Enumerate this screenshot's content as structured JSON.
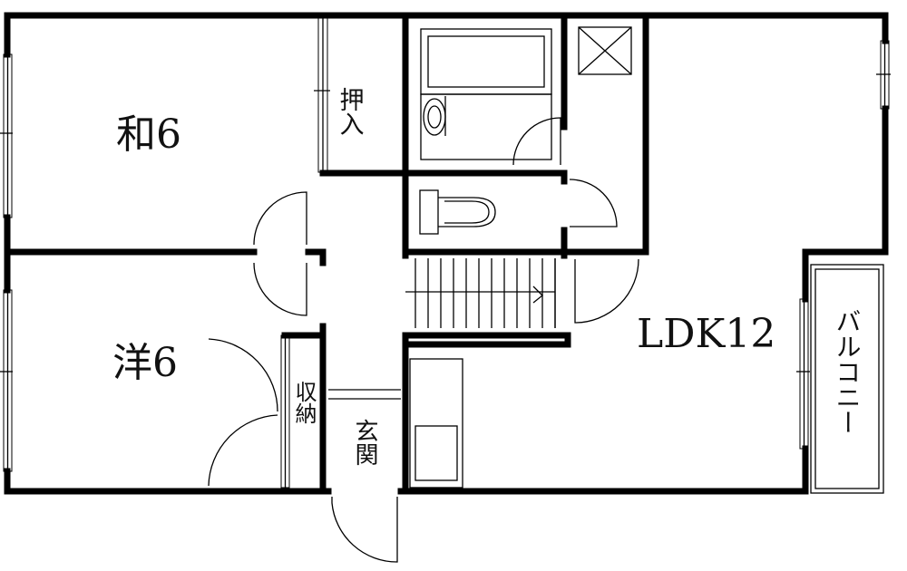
{
  "rooms": {
    "washitsu": "和6",
    "youshitsu": "洋6",
    "ldk": "LDK12",
    "oshiire": "押入",
    "shuno": "収納",
    "genkan": "玄関",
    "balcony": "バルコニー"
  }
}
